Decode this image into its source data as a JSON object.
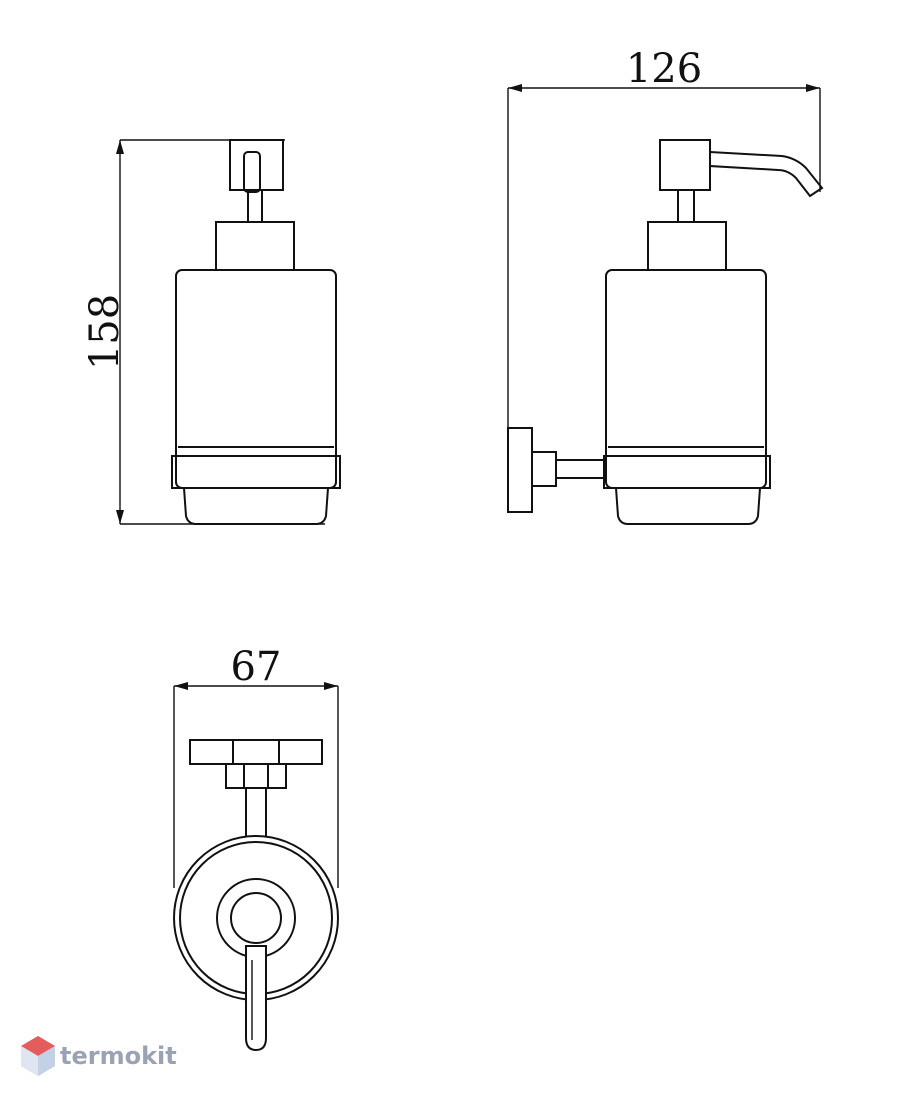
{
  "dimensions": {
    "height": "158",
    "depth": "126",
    "width": "67"
  },
  "watermark": {
    "text": "termokit",
    "color": "#9aa3b3",
    "logo_color": "#e35d5d"
  },
  "line_color": "#111111"
}
